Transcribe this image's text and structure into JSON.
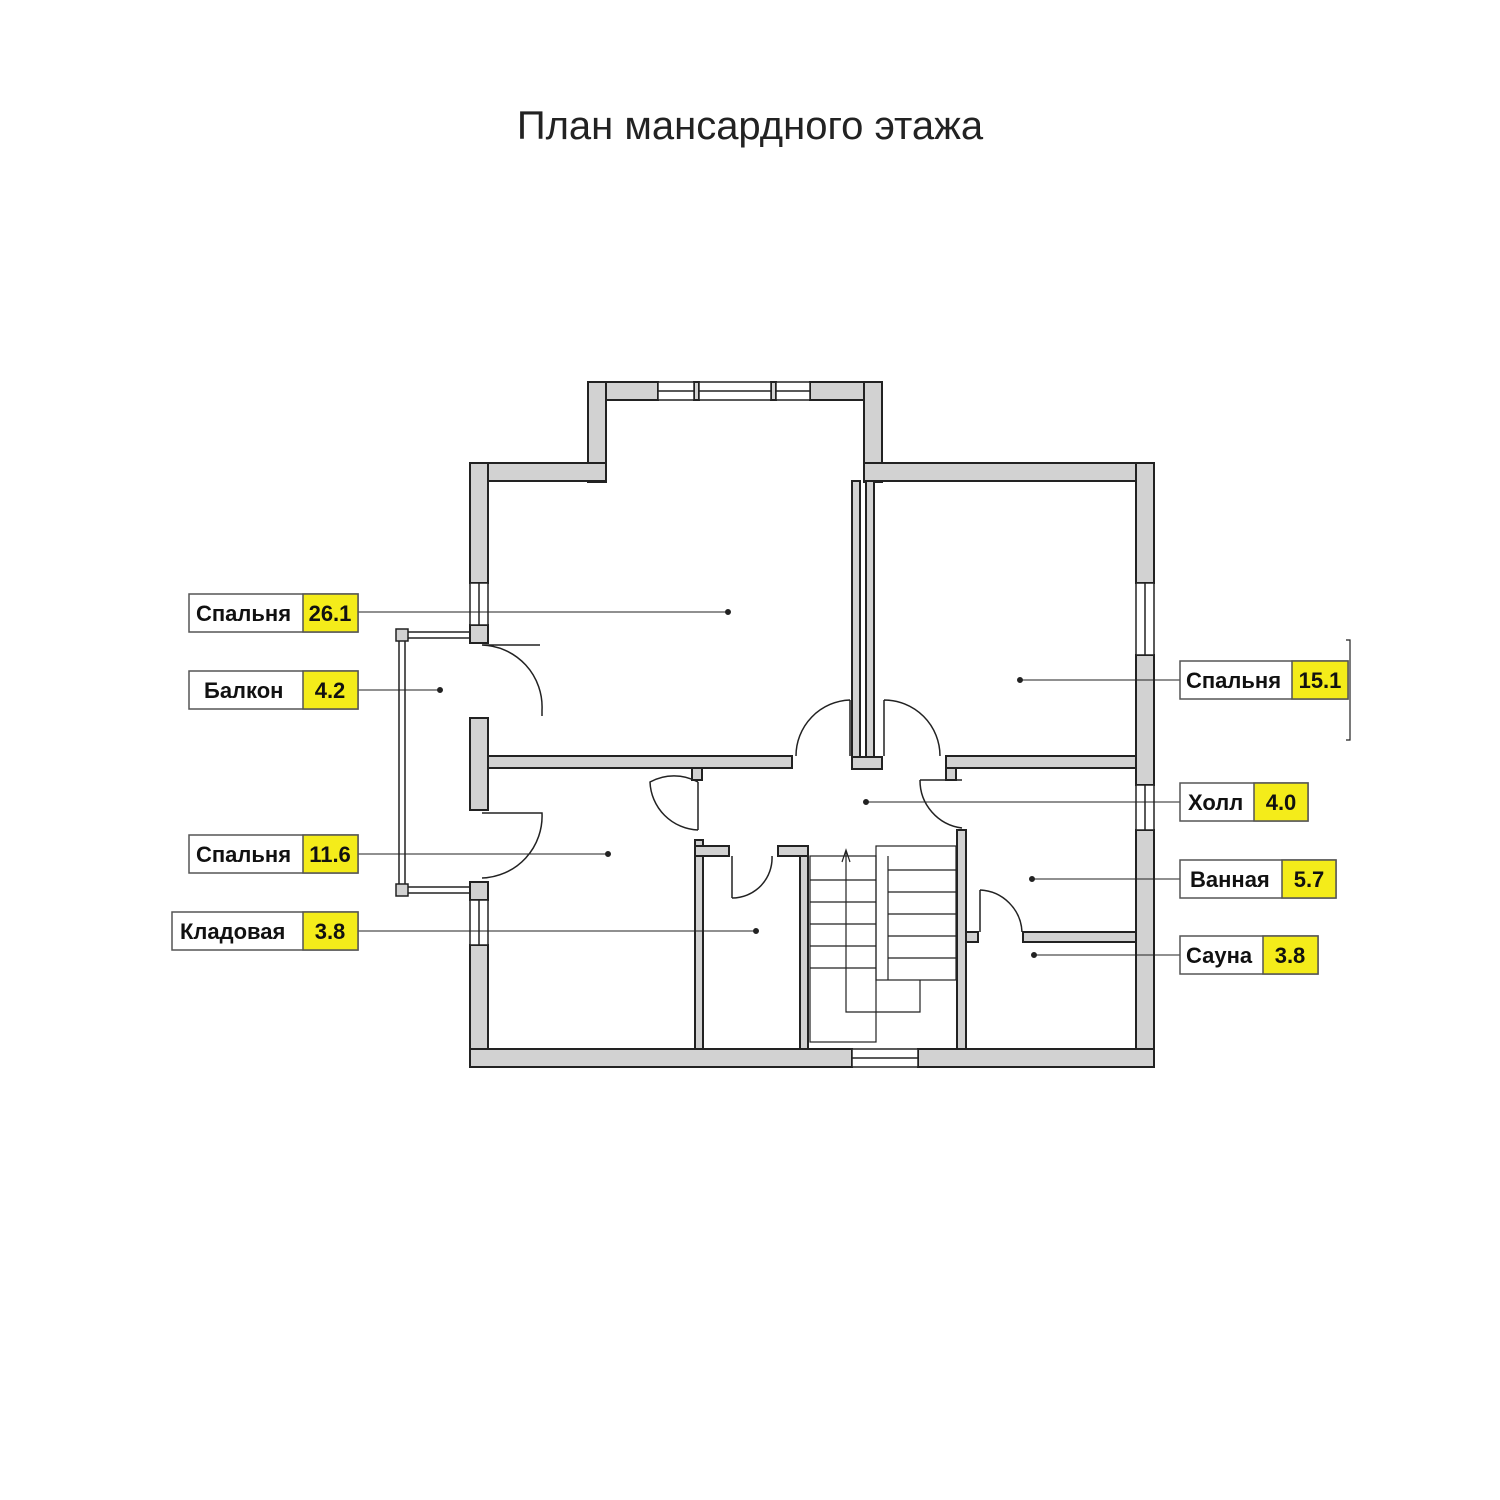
{
  "title": "План мансардного этажа",
  "colors": {
    "wall_fill": "#d2d2d2",
    "wall_stroke": "#222222",
    "area_highlight": "#f4ec1a",
    "label_border": "#555555",
    "leader_line": "#222222"
  },
  "rooms": [
    {
      "name": "Спальня",
      "area": "26.1"
    },
    {
      "name": "Балкон",
      "area": "4.2"
    },
    {
      "name": "Спальня",
      "area": "11.6"
    },
    {
      "name": "Кладовая",
      "area": "3.8"
    },
    {
      "name": "Спальня",
      "area": "15.1"
    },
    {
      "name": "Холл",
      "area": "4.0"
    },
    {
      "name": "Ванная",
      "area": "5.7"
    },
    {
      "name": "Сауна",
      "area": "3.8"
    }
  ]
}
